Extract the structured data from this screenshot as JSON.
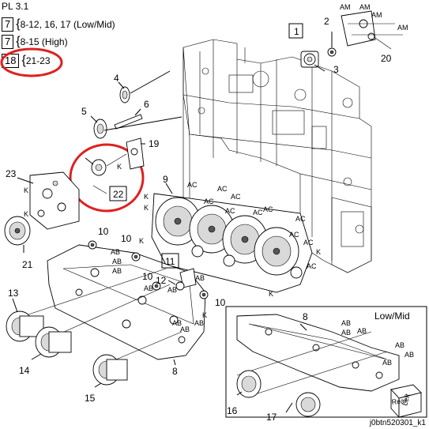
{
  "page_ref": "PL 3.1",
  "legend": [
    {
      "box": "7",
      "text": "8-12, 16, 17 (Low/Mid)"
    },
    {
      "box": "7",
      "text": "8-15 (High)"
    },
    {
      "box": "18",
      "text": "21-23"
    }
  ],
  "inset_title": "Low/Mid",
  "footer_ref": "j0btn520301_k1",
  "direction_labels": {
    "rear": "Rear",
    "left": "Left"
  },
  "part_numbers": {
    "p1": "1",
    "p2": "2",
    "p3": "3",
    "p4": "4",
    "p5": "5",
    "p6": "6",
    "p8": "8",
    "p8b": "8",
    "p9": "9",
    "p10a": "10",
    "p10b": "10",
    "p10c": "10",
    "p10d": "10",
    "p11": "11",
    "p12": "12",
    "p13": "13",
    "p14": "14",
    "p15": "15",
    "p16": "16",
    "p17": "17",
    "p19": "19",
    "p20": "20",
    "p21": "21",
    "p22": "22",
    "p23": "23"
  },
  "callouts": {
    "ac": "AC",
    "ab": "AB",
    "am": "AM",
    "k": "K"
  }
}
